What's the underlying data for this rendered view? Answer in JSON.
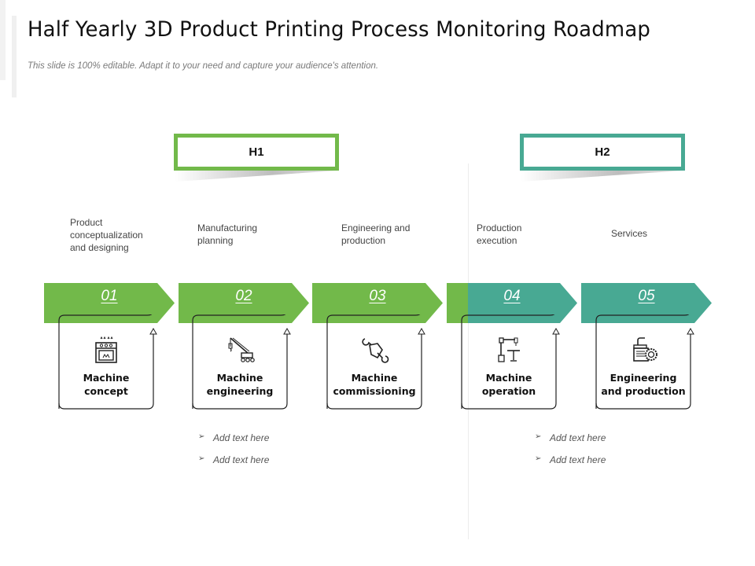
{
  "header": {
    "title": "Half Yearly 3D Product Printing Process Monitoring Roadmap",
    "subtitle": "This slide is 100% editable. Adapt it to your need and capture your audience's attention."
  },
  "colors": {
    "green": "#72b94a",
    "teal": "#48a993"
  },
  "halves": [
    {
      "label": "H1"
    },
    {
      "label": "H2"
    }
  ],
  "stages": [
    {
      "number": "01",
      "description": "Product conceptualization and designing",
      "title_line1": "Machine",
      "title_line2": "concept",
      "icon": "oven-icon"
    },
    {
      "number": "02",
      "description": "Manufacturing planning",
      "title_line1": "Machine",
      "title_line2": "engineering",
      "icon": "crane-icon"
    },
    {
      "number": "03",
      "description": "Engineering and production",
      "title_line1": "Machine",
      "title_line2": "commissioning",
      "icon": "hand-wrench-icon"
    },
    {
      "number": "04",
      "description": "Production execution",
      "title_line1": "Machine",
      "title_line2": "operation",
      "icon": "robotic-arm-icon"
    },
    {
      "number": "05",
      "description": "Services",
      "title_line1": "Engineering",
      "title_line2": "and production",
      "icon": "factory-gear-icon"
    }
  ],
  "bullets_h1": [
    "Add text here",
    "Add text here"
  ],
  "bullets_h2": [
    "Add text here",
    "Add text here"
  ]
}
